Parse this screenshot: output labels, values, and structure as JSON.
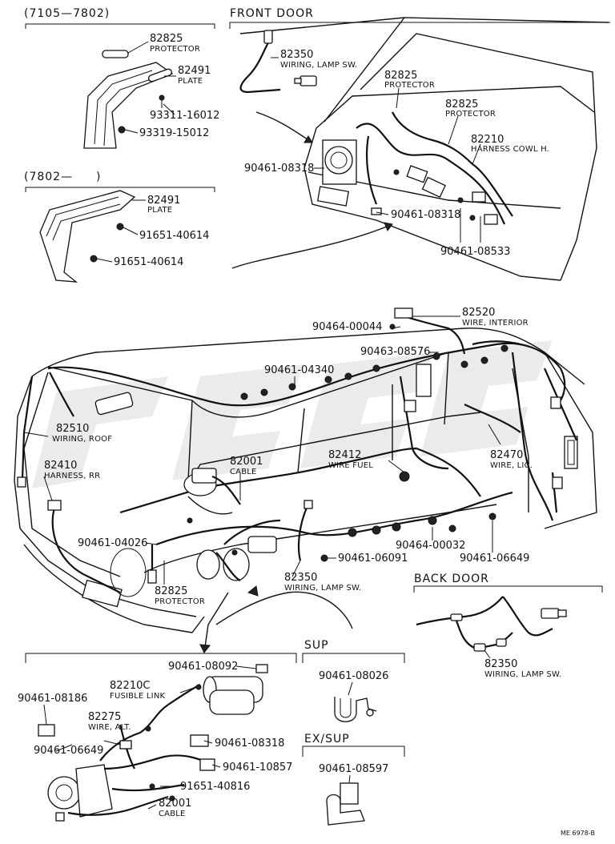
{
  "sections": {
    "top_left_1": "(7105—7802)",
    "top_left_2": "(7802—",
    "top_left_2_close": ")",
    "front_door": "FRONT DOOR",
    "back_door": "BACK DOOR",
    "sup": "SUP",
    "ex_sup": "EX/SUP"
  },
  "labels": [
    {
      "id": "p1",
      "number": "82825",
      "desc": "PROTECTOR"
    },
    {
      "id": "p2",
      "number": "82491",
      "desc": "PLATE"
    },
    {
      "id": "p3",
      "number": "93311-16012",
      "desc": ""
    },
    {
      "id": "p4",
      "number": "93319-15012",
      "desc": ""
    },
    {
      "id": "p5",
      "number": "82491",
      "desc": "PLATE"
    },
    {
      "id": "p6",
      "number": "91651-40614",
      "desc": ""
    },
    {
      "id": "p7",
      "number": "91651-40614",
      "desc": ""
    },
    {
      "id": "p8",
      "number": "82350",
      "desc": "WIRING, LAMP SW."
    },
    {
      "id": "p9",
      "number": "82825",
      "desc": "PROTECTOR"
    },
    {
      "id": "p10",
      "number": "82825",
      "desc": "PROTECTOR"
    },
    {
      "id": "p11",
      "number": "82210",
      "desc": "HARNESS COWL H."
    },
    {
      "id": "p12",
      "number": "90461-08318",
      "desc": ""
    },
    {
      "id": "p13",
      "number": "90461-08318",
      "desc": ""
    },
    {
      "id": "p14",
      "number": "90461-08533",
      "desc": ""
    },
    {
      "id": "p15",
      "number": "82520",
      "desc": "WIRE, INTERIOR"
    },
    {
      "id": "p16",
      "number": "90464-00044",
      "desc": ""
    },
    {
      "id": "p17",
      "number": "90463-08576",
      "desc": ""
    },
    {
      "id": "p18",
      "number": "90461-04340",
      "desc": ""
    },
    {
      "id": "p19",
      "number": "82510",
      "desc": "WIRING, ROOF"
    },
    {
      "id": "p20",
      "number": "82410",
      "desc": "HARNESS, RR"
    },
    {
      "id": "p21",
      "number": "82001",
      "desc": "CABLE"
    },
    {
      "id": "p22",
      "number": "82412",
      "desc": "WIRE FUEL"
    },
    {
      "id": "p23",
      "number": "82470",
      "desc": "WIRE, LIC."
    },
    {
      "id": "p24",
      "number": "90461-04026",
      "desc": ""
    },
    {
      "id": "p25",
      "number": "90464-00032",
      "desc": ""
    },
    {
      "id": "p26",
      "number": "90461-06091",
      "desc": ""
    },
    {
      "id": "p27",
      "number": "90461-06649",
      "desc": ""
    },
    {
      "id": "p28",
      "number": "82825",
      "desc": "PROTECTOR"
    },
    {
      "id": "p29",
      "number": "82350",
      "desc": "WIRING, LAMP SW."
    },
    {
      "id": "p30",
      "number": "82350",
      "desc": "WIRING, LAMP SW."
    },
    {
      "id": "p31",
      "number": "90461-08092",
      "desc": ""
    },
    {
      "id": "p32",
      "number": "82210C",
      "desc": "FUSIBLE LINK"
    },
    {
      "id": "p33",
      "number": "90461-08186",
      "desc": ""
    },
    {
      "id": "p34",
      "number": "82275",
      "desc": "WIRE, ALT."
    },
    {
      "id": "p35",
      "number": "90461-06649",
      "desc": ""
    },
    {
      "id": "p36",
      "number": "90461-08318",
      "desc": ""
    },
    {
      "id": "p37",
      "number": "90461-10857",
      "desc": ""
    },
    {
      "id": "p38",
      "number": "91651-40816",
      "desc": ""
    },
    {
      "id": "p39",
      "number": "82001",
      "desc": "CABLE"
    },
    {
      "id": "p40",
      "number": "90461-08026",
      "desc": ""
    },
    {
      "id": "p41",
      "number": "90461-08597",
      "desc": ""
    }
  ],
  "footer_code": "ME 6978-B",
  "colors": {
    "ink": "#111111",
    "paper": "#ffffff"
  }
}
